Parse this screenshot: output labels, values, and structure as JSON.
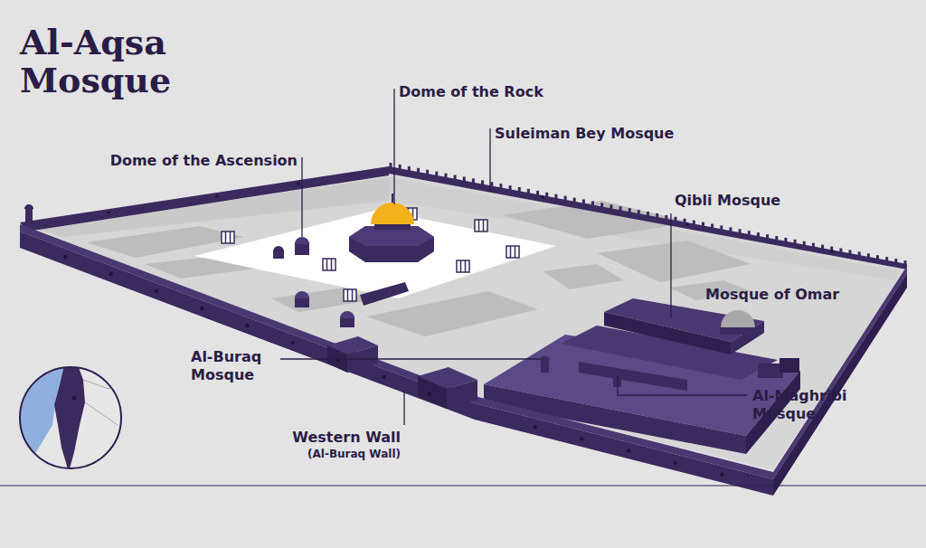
{
  "diagram": {
    "title": "Al-Aqsa Mosque",
    "labels": [
      "Dome of the Rock",
      "Suleiman Bey Mosque",
      "Dome of the Ascension",
      "Qibli Mosque",
      "Mosque of Omar",
      "Al-Buraq Mosque",
      "Al-Maghribi Mosque",
      "Western Wall",
      "(Al-Buraq Wall)"
    ]
  }
}
